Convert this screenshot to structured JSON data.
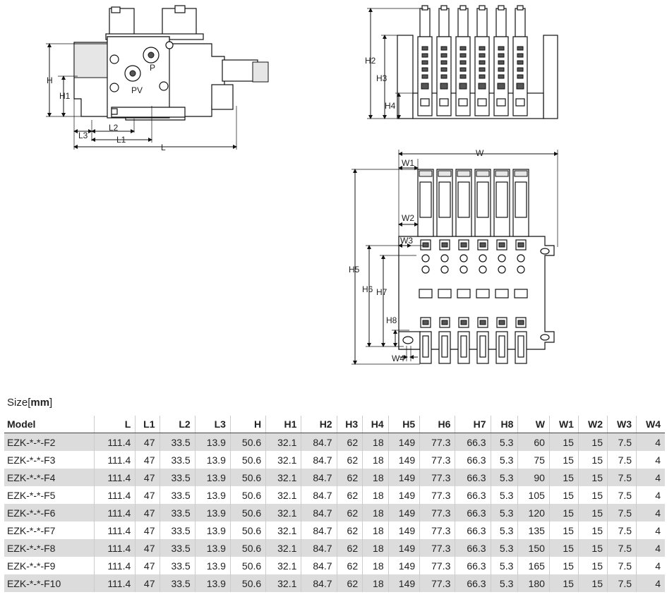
{
  "side_view": {
    "dims": [
      "H",
      "H1",
      "L2",
      "L3",
      "L1",
      "L"
    ],
    "ports": [
      "P",
      "PV"
    ]
  },
  "front_view": {
    "dims": [
      "H2",
      "H3",
      "H4"
    ]
  },
  "top_view": {
    "dims": [
      "W",
      "W1",
      "W2",
      "W3",
      "H5",
      "H6",
      "H7",
      "H8",
      "W4"
    ]
  },
  "size_label": "Size",
  "size_unit": "mm",
  "table": {
    "headers": [
      "Model",
      "L",
      "L1",
      "L2",
      "L3",
      "H",
      "H1",
      "H2",
      "H3",
      "H4",
      "H5",
      "H6",
      "H7",
      "H8",
      "W",
      "W1",
      "W2",
      "W3",
      "W4"
    ],
    "rows": [
      [
        "EZK-*-*-F2",
        "111.4",
        "47",
        "33.5",
        "13.9",
        "50.6",
        "32.1",
        "84.7",
        "62",
        "18",
        "149",
        "77.3",
        "66.3",
        "5.3",
        "60",
        "15",
        "15",
        "7.5",
        "4"
      ],
      [
        "EZK-*-*-F3",
        "111.4",
        "47",
        "33.5",
        "13.9",
        "50.6",
        "32.1",
        "84.7",
        "62",
        "18",
        "149",
        "77.3",
        "66.3",
        "5.3",
        "75",
        "15",
        "15",
        "7.5",
        "4"
      ],
      [
        "EZK-*-*-F4",
        "111.4",
        "47",
        "33.5",
        "13.9",
        "50.6",
        "32.1",
        "84.7",
        "62",
        "18",
        "149",
        "77.3",
        "66.3",
        "5.3",
        "90",
        "15",
        "15",
        "7.5",
        "4"
      ],
      [
        "EZK-*-*-F5",
        "111.4",
        "47",
        "33.5",
        "13.9",
        "50.6",
        "32.1",
        "84.7",
        "62",
        "18",
        "149",
        "77.3",
        "66.3",
        "5.3",
        "105",
        "15",
        "15",
        "7.5",
        "4"
      ],
      [
        "EZK-*-*-F6",
        "111.4",
        "47",
        "33.5",
        "13.9",
        "50.6",
        "32.1",
        "84.7",
        "62",
        "18",
        "149",
        "77.3",
        "66.3",
        "5.3",
        "120",
        "15",
        "15",
        "7.5",
        "4"
      ],
      [
        "EZK-*-*-F7",
        "111.4",
        "47",
        "33.5",
        "13.9",
        "50.6",
        "32.1",
        "84.7",
        "62",
        "18",
        "149",
        "77.3",
        "66.3",
        "5.3",
        "135",
        "15",
        "15",
        "7.5",
        "4"
      ],
      [
        "EZK-*-*-F8",
        "111.4",
        "47",
        "33.5",
        "13.9",
        "50.6",
        "32.1",
        "84.7",
        "62",
        "18",
        "149",
        "77.3",
        "66.3",
        "5.3",
        "150",
        "15",
        "15",
        "7.5",
        "4"
      ],
      [
        "EZK-*-*-F9",
        "111.4",
        "47",
        "33.5",
        "13.9",
        "50.6",
        "32.1",
        "84.7",
        "62",
        "18",
        "149",
        "77.3",
        "66.3",
        "5.3",
        "165",
        "15",
        "15",
        "7.5",
        "4"
      ],
      [
        "EZK-*-*-F10",
        "111.4",
        "47",
        "33.5",
        "13.9",
        "50.6",
        "32.1",
        "84.7",
        "62",
        "18",
        "149",
        "77.3",
        "66.3",
        "5.3",
        "180",
        "15",
        "15",
        "7.5",
        "4"
      ]
    ]
  }
}
